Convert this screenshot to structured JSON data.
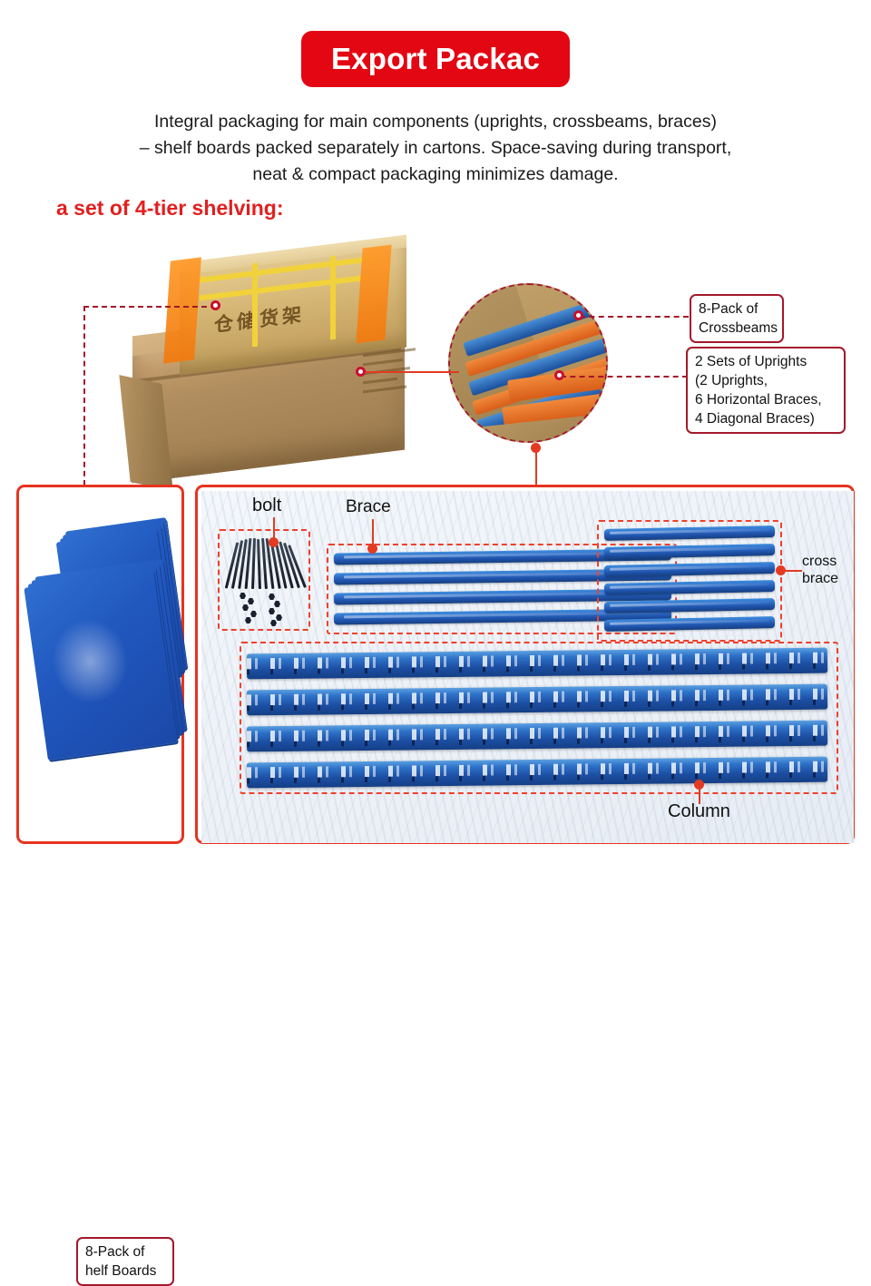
{
  "header": {
    "banner_title": "Export Packac",
    "banner_color": "#E30613"
  },
  "description": {
    "line1": "Integral packaging for main components (uprights, crossbeams, braces)",
    "line2": "– shelf boards packed separately in cartons. Space-saving during transport,",
    "line3": "neat & compact packaging minimizes damage."
  },
  "subtitle": {
    "text": "a set of 4-tier shelving:",
    "color": "#E21F1F"
  },
  "photo": {
    "bundle_text_cn": "仓储货架",
    "carton_alt": "cardboard carton with wrapped shelving bundle"
  },
  "callouts": {
    "crossbeams": "8-Pack of\nCrossbeams",
    "uprights": "2 Sets of Uprights\n(2 Uprights,\n6 Horizontal Braces,\n4 Diagonal Braces)",
    "shelf_boards": "8-Pack of\nhelf Boards",
    "bolt": "bolt",
    "brace": "Brace",
    "cross_brace": "cross\nbrace",
    "column": "Column"
  },
  "colors": {
    "panel_border": "#E8331F",
    "callout_border": "#A3192B",
    "dashed_red": "#F0402C",
    "component_blue": "#1d4fa6",
    "beam_orange": "#e2751f"
  },
  "components": {
    "braces_count": 4,
    "cross_braces_count": 6,
    "columns_count": 4,
    "shelf_board_stacks": 2
  }
}
